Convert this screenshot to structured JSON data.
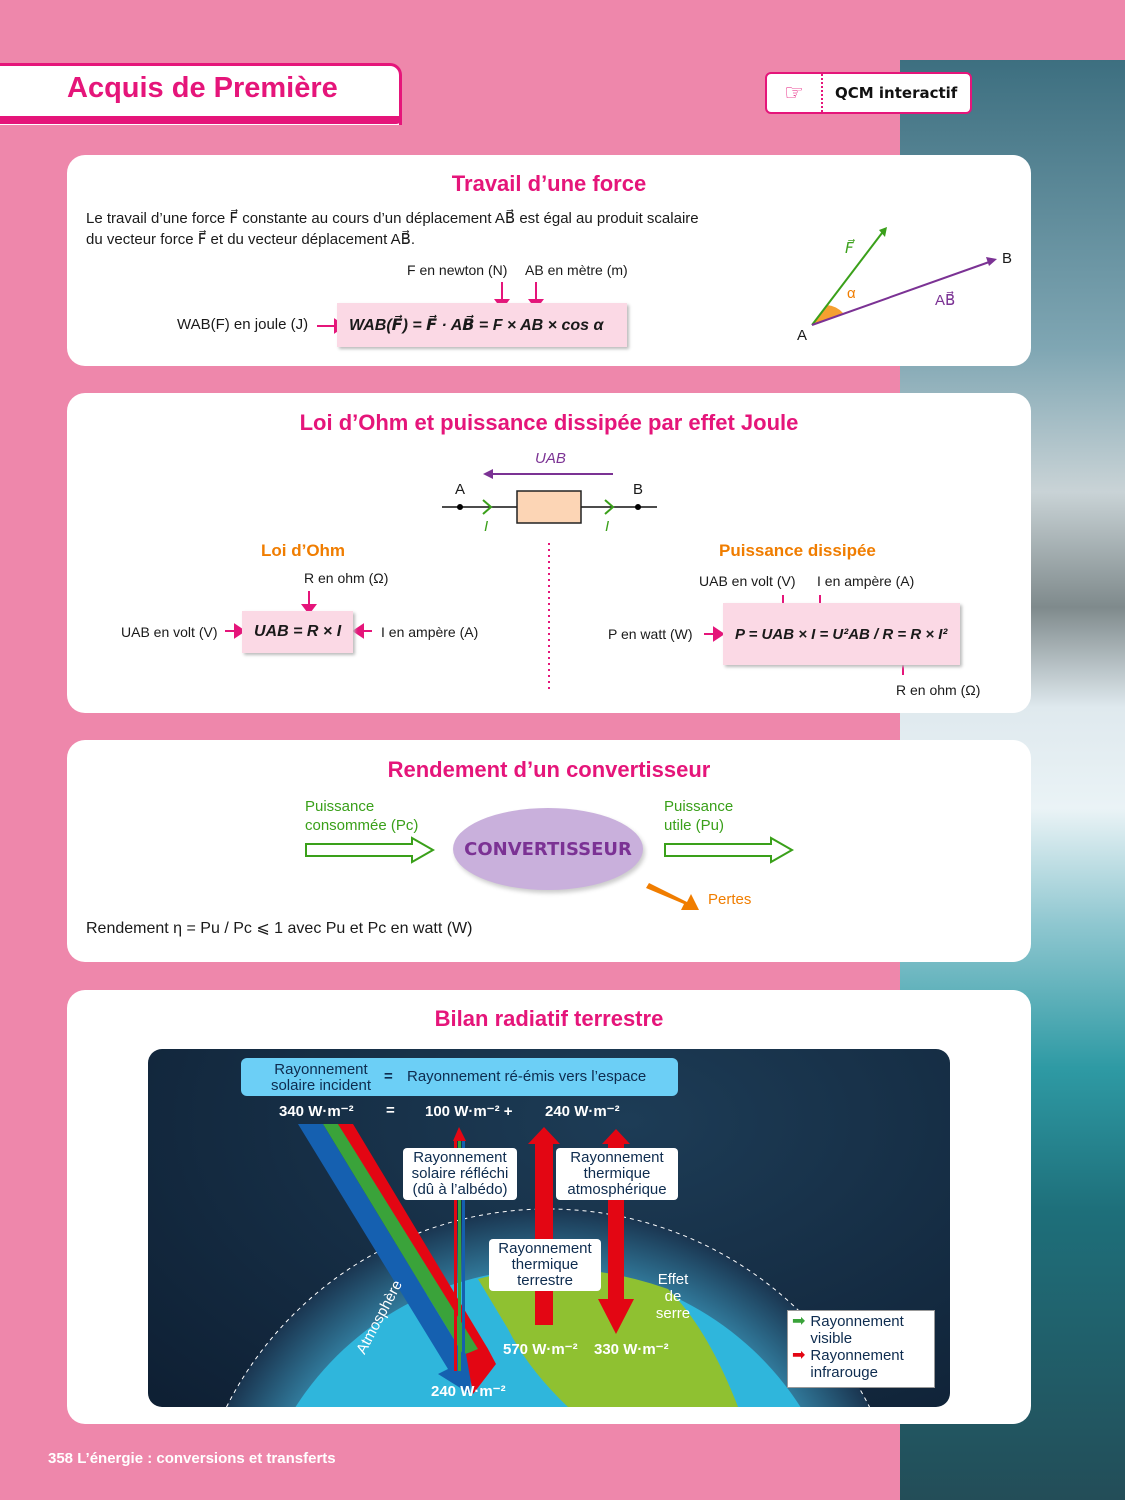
{
  "header": {
    "title": "Acquis de Première",
    "qcm_label": "QCM interactif"
  },
  "work": {
    "title": "Travail d’une force",
    "line1": "Le travail d’une force F⃗ constante au cours d’un déplacement AB⃗ est égal au produit scalaire",
    "line2": "du vecteur force F⃗ et du vecteur déplacement AB⃗.",
    "f_unit": "F en newton (N)",
    "ab_unit": "AB en mètre (m)",
    "w_unit": "WAB(F) en joule (J)",
    "formula": "WAB(F⃗) = F⃗ · AB⃗ = F × AB × cos α",
    "fig": {
      "F": "F⃗",
      "alpha": "α",
      "AB": "AB⃗",
      "A": "A",
      "B": "B"
    }
  },
  "ohm": {
    "title": "Loi d’Ohm et puissance dissipée par effet Joule",
    "circuit": {
      "U": "UAB",
      "A": "A",
      "B": "B",
      "I": "I"
    },
    "law_title": "Loi d’Ohm",
    "r_unit": "R en ohm (Ω)",
    "u_unit": "UAB en volt (V)",
    "i_unit": "I en ampère (A)",
    "law_formula": "UAB = R × I",
    "power_title": "Puissance dissipée",
    "p_u_unit": "UAB en volt (V)",
    "p_i_unit": "I en ampère (A)",
    "p_unit": "P en watt (W)",
    "p_formula": "P = UAB × I = U²AB / R = R × I²",
    "p_r_unit": "R en ohm (Ω)"
  },
  "conv": {
    "title": "Rendement d’un convertisseur",
    "in": "Puissance consommée (Pc)",
    "out": "Puissance utile (Pu)",
    "center": "CONVERTISSEUR",
    "loss": "Pertes",
    "yield": "Rendement η = Pu / Pc ⩽ 1 avec Pu et Pc en watt (W)"
  },
  "bilan": {
    "title": "Bilan radiatif terrestre",
    "head_left": "Rayonnement solaire incident",
    "head_eq": "=",
    "head_right": "Rayonnement ré-émis vers l’espace",
    "v340": "340 W·m⁻²",
    "eq": "=",
    "v100": "100 W·m⁻² +",
    "v240a": "240 W·m⁻²",
    "reflechi": "Rayonnement solaire réfléchi (dû à l’albédo)",
    "atmo": "Rayonnement thermique atmosphérique",
    "terrestre": "Rayonnement thermique terrestre",
    "effet": "Effet de serre",
    "atmosphere": "Atmosphère",
    "v570": "570 W·m⁻²",
    "v330": "330 W·m⁻²",
    "v240b": "240 W·m⁻²",
    "legend_visible": "Rayonnement visible",
    "legend_ir": "Rayonnement infrarouge"
  },
  "footer": {
    "page": "358",
    "title": "L’énergie : conversions et transferts"
  },
  "colors": {
    "accent": "#e5157a",
    "orange": "#f07d00",
    "green": "#3aa01a",
    "violet": "#7b3294"
  }
}
